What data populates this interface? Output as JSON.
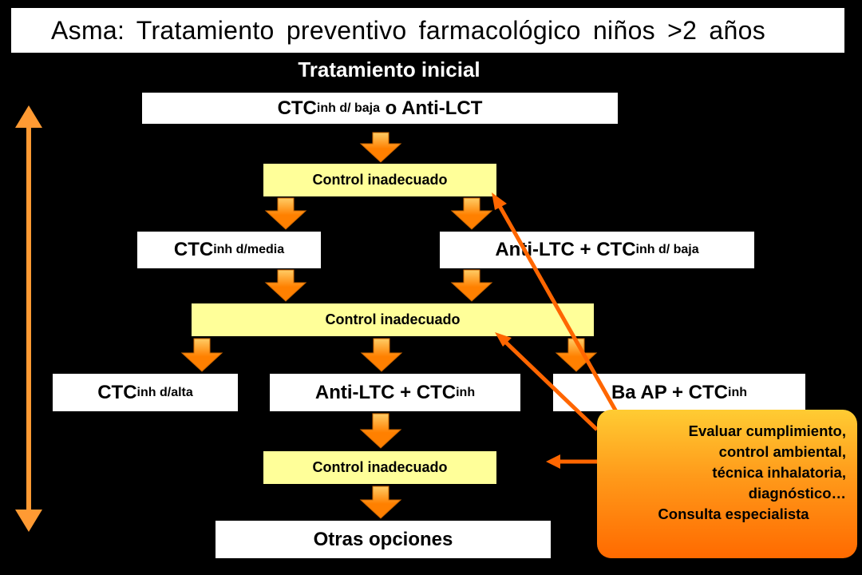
{
  "title": "Asma: Tratamiento preventivo farmacológico niños  >2 años",
  "section_title": "Tratamiento inicial",
  "step1": {
    "main": "CTC",
    "sub": "inh d/ baja",
    "rest": " o Anti-LCT"
  },
  "control_label_1": "Control inadecuado",
  "step2_left": {
    "main": "CTC",
    "sub": "inh d/media"
  },
  "step2_right": {
    "main": "Anti-LTC + CTC",
    "sub": "inh d/ baja"
  },
  "control_label_2": "Control inadecuado",
  "step3_left": {
    "main": "CTC",
    "sub": "inh d/alta"
  },
  "step3_mid": {
    "main": "Anti-LTC + CTC",
    "sub": "inh"
  },
  "step3_right": {
    "main": "Ba AP + CTC",
    "sub": "inh"
  },
  "control_label_3": "Control inadecuado",
  "final_box": "Otras opciones",
  "note": {
    "lines": [
      "Evaluar cumplimiento,",
      "control ambiental,",
      "técnica inhalatoria,",
      "diagnóstico…",
      "Consulta especialista"
    ]
  },
  "colors": {
    "arrow_fill": "#ff8000",
    "arrow_light": "#ffcc66",
    "control_fill": "#ffff99",
    "pointer": "#ff6600"
  }
}
